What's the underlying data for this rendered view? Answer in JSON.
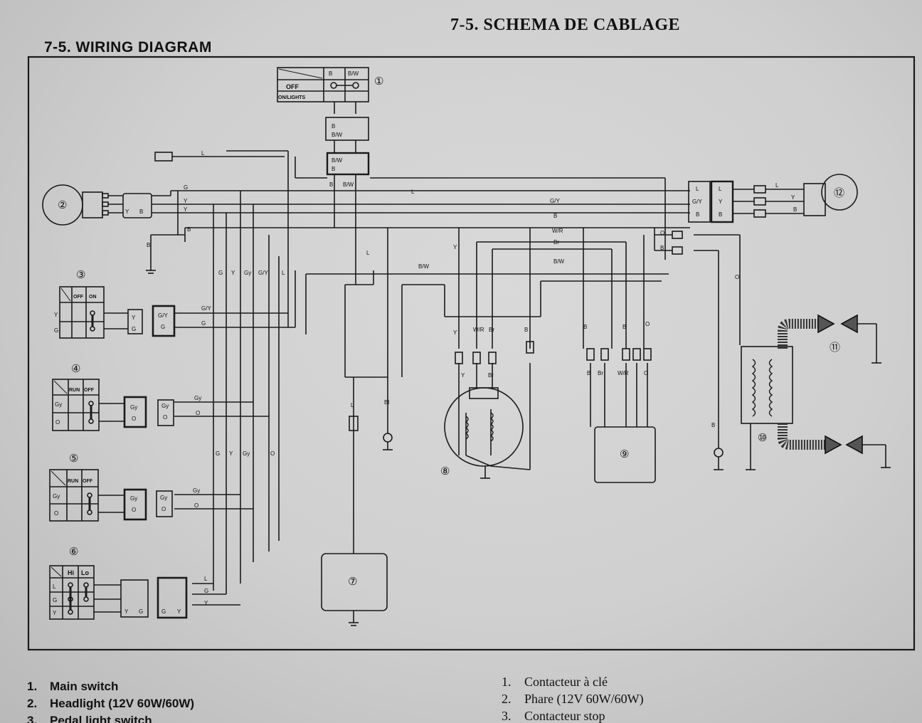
{
  "titles": {
    "english": "7-5.  WIRING DIAGRAM",
    "french": "7-5.  SCHEMA DE CABLAGE"
  },
  "components": {
    "c1": "①",
    "c2": "②",
    "c3": "③",
    "c4": "④",
    "c5": "⑤",
    "c6": "⑥",
    "c7": "⑦",
    "c8": "⑧",
    "c9": "⑨",
    "c10": "⑩",
    "c11": "⑪",
    "c12": "⑫"
  },
  "switch_labels": {
    "main_off": "OFF",
    "main_on": "ON/LIGHTS",
    "lights_off": "OFF",
    "lights_on": "ON",
    "stop1_run": "RUN",
    "stop1_off": "OFF",
    "stop2_run": "RUN",
    "stop2_off": "OFF",
    "dimmer_hi": "Hi",
    "dimmer_lo": "Lo"
  },
  "wire_labels": {
    "B": "B",
    "BW": "B/W",
    "L": "L",
    "G": "G",
    "Y": "Y",
    "GY": "G/Y",
    "Gy": "Gy",
    "O": "O",
    "WR": "W/R",
    "Br": "Br",
    "Bl": "Bl"
  },
  "legend_en": [
    {
      "num": "1.",
      "text": "Main switch"
    },
    {
      "num": "2.",
      "text": "Headlight (12V 60W/60W)"
    },
    {
      "num": "3.",
      "text": "Pedal light switch"
    }
  ],
  "legend_fr": [
    {
      "num": "1.",
      "text": "Contacteur à clé"
    },
    {
      "num": "2.",
      "text": "Phare (12V 60W/60W)"
    },
    {
      "num": "3.",
      "text": "Contacteur stop"
    }
  ]
}
